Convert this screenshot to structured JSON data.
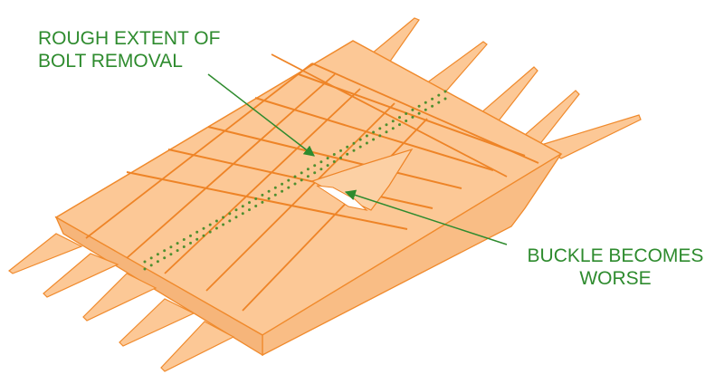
{
  "annotations": {
    "bolt_removal": {
      "line1": "ROUGH EXTENT OF",
      "line2": "BOLT REMOVAL"
    },
    "buckle": {
      "line1": "BUCKLE BECOMES",
      "line2": "WORSE"
    }
  },
  "colors": {
    "steel_fill": "#fcc896",
    "steel_fill_dark": "#f6b57a",
    "steel_edge": "#f08a2c",
    "seam_line": "#ee8427",
    "bolt_dot": "#4f8f2f",
    "annotation": "#2e8b2e"
  }
}
